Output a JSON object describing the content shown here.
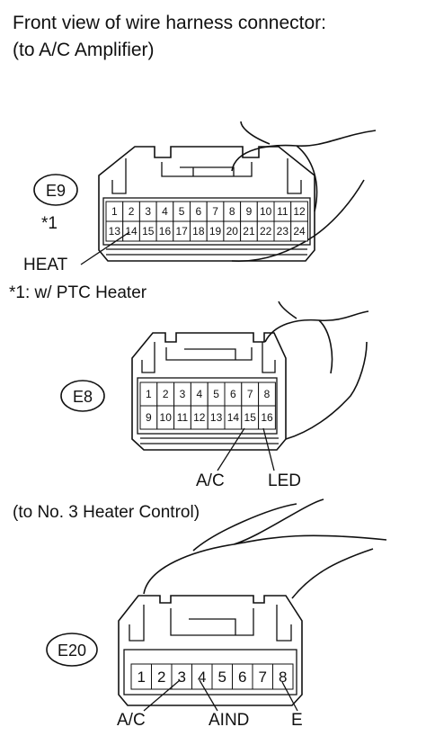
{
  "header": {
    "line1": "Front view of wire harness connector:",
    "line2": "(to A/C Amplifier)"
  },
  "section2_title": "(to No. 3 Heater Control)",
  "connectors": [
    {
      "id": "E9",
      "note": "*1",
      "pins_row1": [
        "1",
        "2",
        "3",
        "4",
        "5",
        "6",
        "7",
        "8",
        "9",
        "10",
        "11",
        "12"
      ],
      "pins_row2": [
        "13",
        "14",
        "15",
        "16",
        "17",
        "18",
        "19",
        "20",
        "21",
        "22",
        "23",
        "24"
      ],
      "labels": [
        {
          "text": "HEAT",
          "pin": "14"
        }
      ]
    },
    {
      "id": "E8",
      "pins_row1": [
        "1",
        "2",
        "3",
        "4",
        "5",
        "6",
        "7",
        "8"
      ],
      "pins_row2": [
        "9",
        "10",
        "11",
        "12",
        "13",
        "14",
        "15",
        "16"
      ],
      "labels": [
        {
          "text": "A/C",
          "pin": "15"
        },
        {
          "text": "LED",
          "pin": "16"
        }
      ]
    },
    {
      "id": "E20",
      "pins_row1": [
        "1",
        "2",
        "3",
        "4",
        "5",
        "6",
        "7",
        "8"
      ],
      "labels": [
        {
          "text": "A/C",
          "pin": "3"
        },
        {
          "text": "AIND",
          "pin": "4"
        },
        {
          "text": "E",
          "pin": "8"
        }
      ]
    }
  ],
  "footnote": "*1: w/ PTC Heater"
}
